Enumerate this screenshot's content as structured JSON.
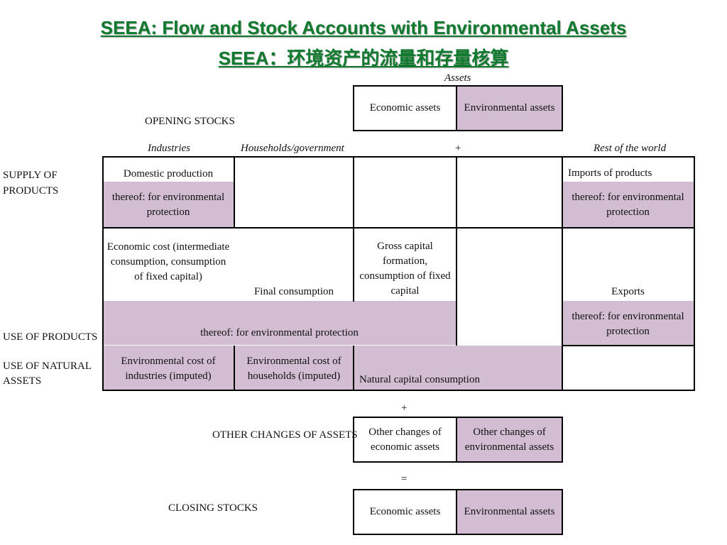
{
  "title_en": "SEEA: Flow and Stock Accounts with Environmental Assets",
  "title_cn": "SEEA：环境资产的流量和存量核算",
  "assets_header": "Assets",
  "opening": {
    "label": "OPENING STOCKS",
    "economic": "Economic assets",
    "environmental": "Environmental assets"
  },
  "columns": {
    "industries": "Industries",
    "households": "Households/government",
    "plus": "+",
    "rest_of_world": "Rest of the world"
  },
  "rows": {
    "supply": "SUPPLY OF PRODUCTS",
    "use_products": "USE OF PRODUCTS",
    "use_natural": "USE OF NATURAL ASSETS"
  },
  "cells": {
    "domestic_production": "Domestic production",
    "thereof_env_1": "thereof: for environmental protection",
    "imports": "Imports of products",
    "thereof_env_2": "thereof: for environmental protection",
    "economic_cost": "Economic cost (intermediate consumption, consumption of fixed capital)",
    "final_consumption": "Final consumption",
    "gross_capital": "Gross capital formation, consumption of fixed capital",
    "exports": "Exports",
    "thereof_env_3": "thereof: for environmental protection",
    "thereof_env_wide": "thereof: for environmental protection",
    "env_cost_industries": "Environmental cost of industries (imputed)",
    "env_cost_households": "Environmental cost of households (imputed)",
    "natural_capital": "Natural capital consumption"
  },
  "other_changes": {
    "plus": "+",
    "label": "OTHER CHANGES OF ASSETS",
    "economic": "Other changes of economic assets",
    "environmental": "Other changes of environmental assets"
  },
  "closing": {
    "equals": "=",
    "label": "CLOSING STOCKS",
    "economic": "Economic assets",
    "environmental": "Environmental assets"
  },
  "colors": {
    "title_green": "#0f7a2e",
    "shade": "#d3bdd3"
  }
}
